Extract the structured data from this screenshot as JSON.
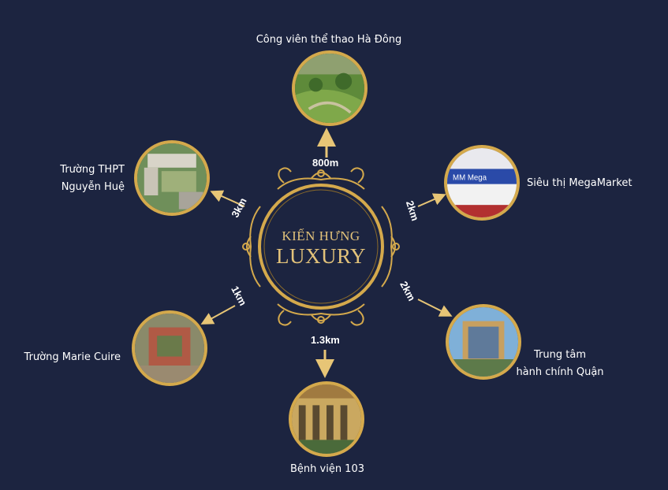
{
  "center": {
    "line1": "KIẾN HƯNG",
    "line2": "LUXURY"
  },
  "locations": {
    "top": {
      "label": "Công viên thể thao Hà Đông",
      "distance": "800m"
    },
    "top_left": {
      "label_line1": "Trường THPT",
      "label_line2": "Nguyễn Huệ",
      "distance": "3km"
    },
    "top_right": {
      "label": "Siêu thị MegaMarket",
      "distance": "2km"
    },
    "bottom_left": {
      "label": "Trường Marie Cuire",
      "distance": "1km"
    },
    "bottom_right": {
      "label_line1": "Trung tâm",
      "label_line2": "hành chính Quận",
      "distance": "2km"
    },
    "bottom": {
      "label": "Bệnh viện 103",
      "distance": "1.3km"
    }
  },
  "colors": {
    "background": "#1c2440",
    "gold": "#d4a94c",
    "text": "#ffffff"
  }
}
